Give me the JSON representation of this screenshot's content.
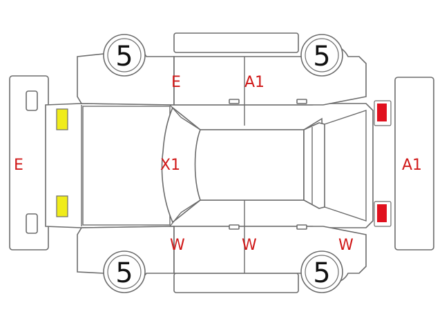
{
  "colors": {
    "outline": "#6b6b6b",
    "mark_text": "#d01818",
    "lamp_yellow": "#f0ec1a",
    "lamp_red": "#e0101e",
    "wheel_number": "#111111"
  },
  "wheels": {
    "front_left": "5",
    "rear_left": "5",
    "front_right": "5",
    "rear_right": "5"
  },
  "marks": {
    "front_bumper": "E",
    "front_door_top": "E",
    "rear_door_top": "A1",
    "rear_bumper": "A1",
    "windshield": "X1",
    "front_door_bottom": "W",
    "rear_door_bottom": "W",
    "rear_quarter_bottom": "W"
  },
  "lamps": {
    "front": "yellow",
    "rear": "red"
  }
}
